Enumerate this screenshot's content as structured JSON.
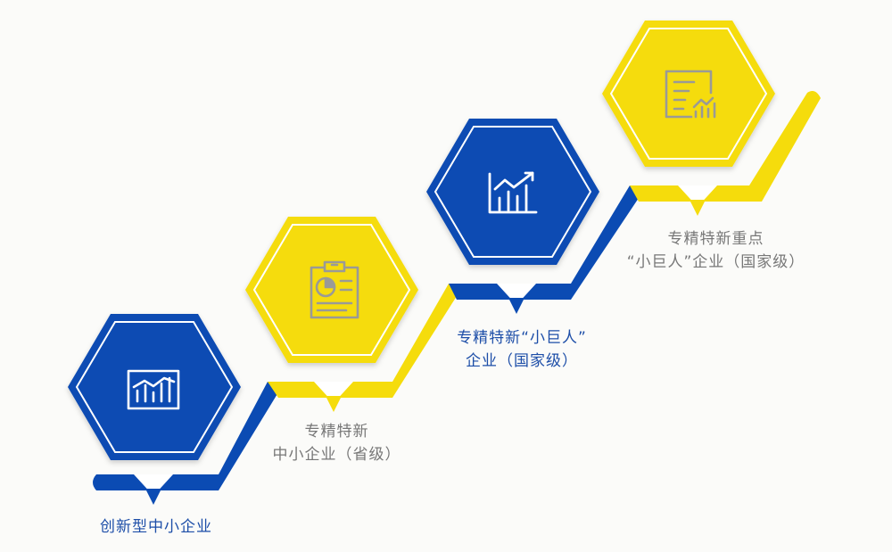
{
  "colors": {
    "blue": "#0b4bb3",
    "yellow": "#f5dc0c",
    "icon_gray": "#9a9a96",
    "label_blue": "#1d4ea8",
    "label_gray": "#777777",
    "background": "#fbfbf9"
  },
  "steps": [
    {
      "color": "blue",
      "icon": "bar-chart-icon",
      "lines": [
        "创新型中小企业"
      ]
    },
    {
      "color": "yellow",
      "icon": "clipboard-pie-chart-icon",
      "lines": [
        "专精特新",
        "中小企业（省级）"
      ]
    },
    {
      "color": "blue",
      "icon": "trend-up-chart-icon",
      "lines": [
        "专精特新“小巨人”",
        "企业（国家级）"
      ]
    },
    {
      "color": "yellow",
      "icon": "report-chart-icon",
      "lines": [
        "专精特新重点",
        "“小巨人”企业（国家级）"
      ]
    }
  ]
}
